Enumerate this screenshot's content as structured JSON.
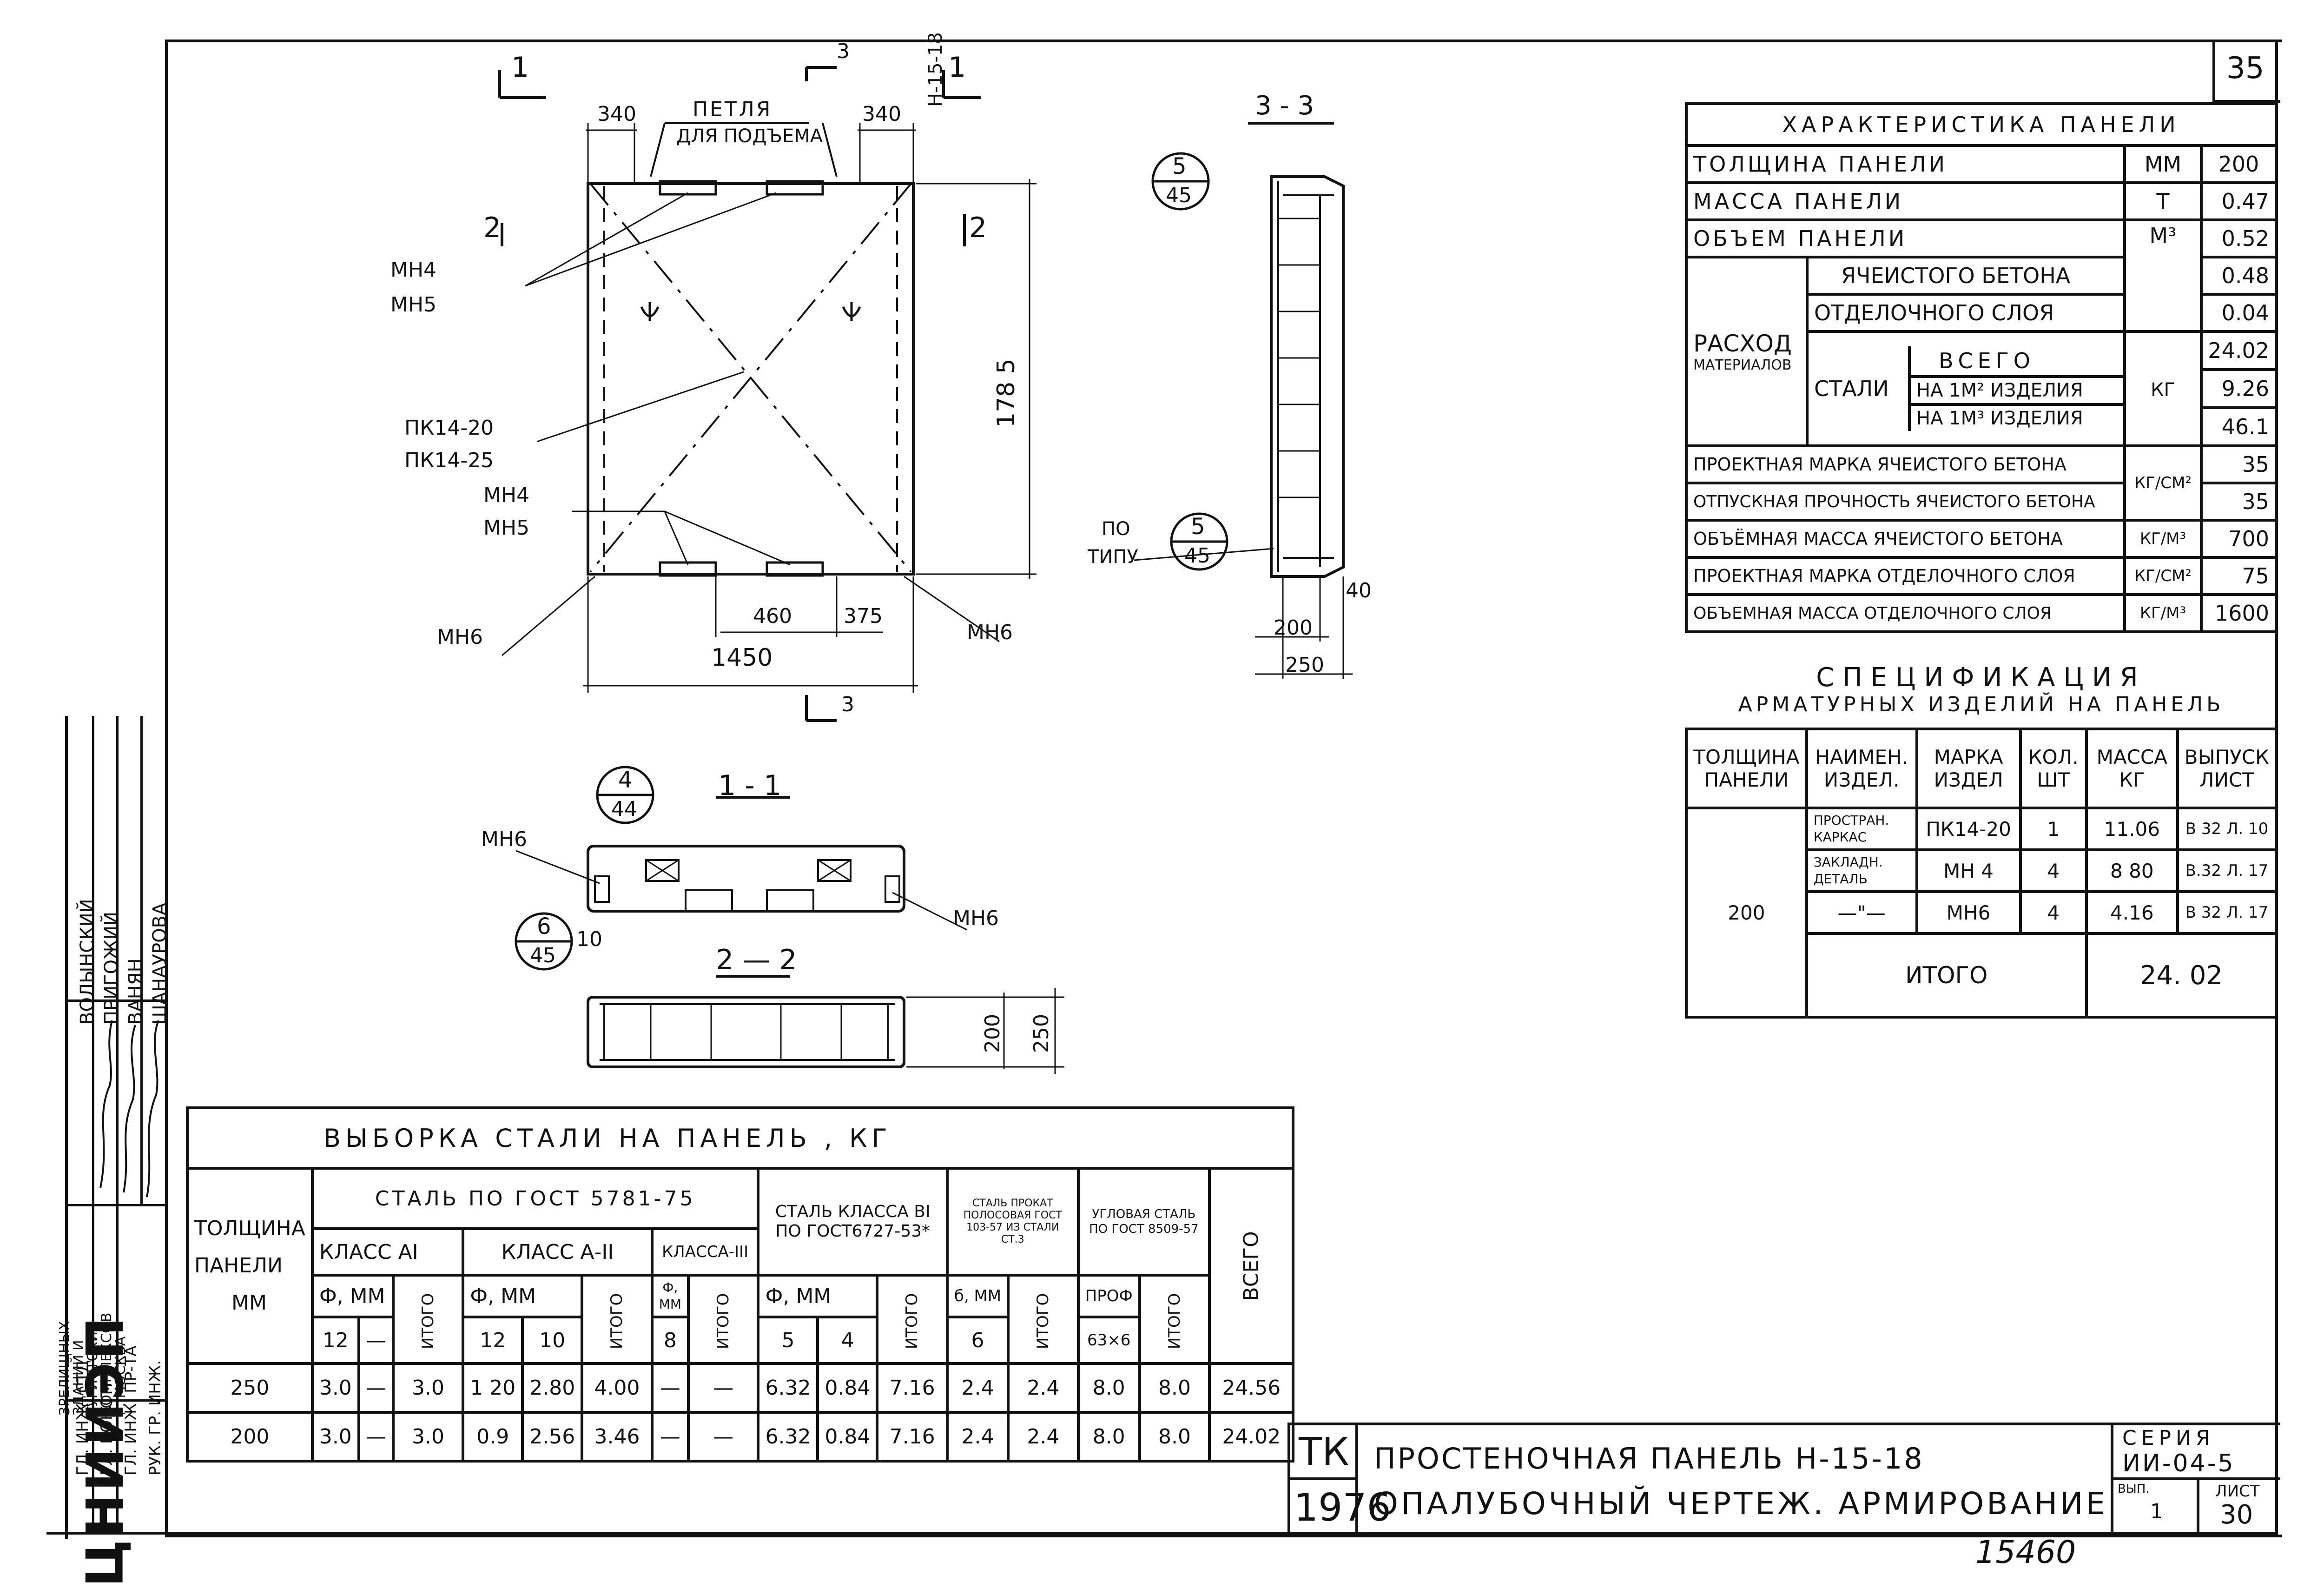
{
  "sheet_number": "35",
  "bottom_note": "15460",
  "stamp": {
    "org": "ЦНИИЭП",
    "org_full": [
      "ЗРЕЛИЩНЫХ",
      "ЗДАНИЙ И",
      "ТУРИСТСКИХ",
      "КОМПЛЕКСОВ",
      "Г. МОСКВА"
    ],
    "roles": [
      "ГЛ. ИНЖ. СТД",
      "ГЛ. КОНСТР",
      "ГЛ. ИНЖ. ПР-ТА",
      "РУК. ГР. ИНЖ."
    ],
    "names": [
      "ВОЛЫНСКИЙ",
      "ПРИГОЖИЙ",
      "ВАНЯН",
      "ШАНАУРОВА"
    ]
  },
  "drawing": {
    "labels": {
      "s1": "1",
      "s2": "2",
      "s3": "3",
      "s3b": "3",
      "d340a": "340",
      "loop1": "ПЕТЛЯ",
      "loop2": "ДЛЯ ПОДЪЕМА",
      "d340b": "340",
      "panel_mark": "Н-15-18",
      "h1785": "178 5",
      "mn4a": "МН4",
      "mn5a": "МН5",
      "pk1": "ПК14-20",
      "pk2": "ПК14-25",
      "mn4b": "МН4",
      "mn5b": "МН5",
      "mn6a": "МН6",
      "mn6b": "МН6",
      "d460": "460",
      "d375": "375",
      "d1450": "1450",
      "sec33": "3 - 3",
      "c1t": "5",
      "c1b": "45",
      "po": "ПО",
      "tipu": "ТИПУ",
      "c2t": "5",
      "c2b": "45",
      "d40": "40",
      "d200": "200",
      "d250": "250",
      "sec11": "1 - 1",
      "c3t": "4",
      "c3b": "44",
      "mn6c": "МН6",
      "mn6d": "МН6",
      "c4t": "6",
      "c4b": "45",
      "d10": "10",
      "sec22": "2 — 2",
      "d200b": "200",
      "d250b": "250"
    }
  },
  "characteristics": {
    "title": "ХАРАКТЕРИСТИКА ПАНЕЛИ",
    "thickness_label": "ТОЛЩИНА ПАНЕЛИ",
    "thickness_unit": "ММ",
    "thickness_value": "200",
    "mass_label": "МАССА ПАНЕЛИ",
    "mass_unit": "Т",
    "mass_value": "0.47",
    "volume_label": "ОБЪЕМ ПАНЕЛИ",
    "volume_value": "0.52",
    "consumption_label1": "РАСХОД",
    "consumption_label2": "МАТЕРИАЛОВ",
    "cell_concrete": "ЯЧЕИСТОГО БЕТОНА",
    "m3_unit": "М³",
    "cell_concrete_value": "0.48",
    "finish_layer": "ОТДЕЛОЧНОГО СЛОЯ",
    "finish_layer_value": "0.04",
    "steel_label": "СТАЛИ",
    "total_label": "ВСЕГО",
    "steel_total": "24.02",
    "per_m2": "НА 1М² ИЗДЕЛИЯ",
    "kg_unit": "КГ",
    "per_m2_value": "9.26",
    "per_m3": "НА 1М³ ИЗДЕЛИЯ",
    "per_m3_value": "46.1",
    "design_grade_label": "ПРОЕКТНАЯ МАРКА ЯЧЕИСТОГО БЕТОНА",
    "kgcm2_unit": "КГ/СМ²",
    "design_grade_value": "35",
    "release_strength_label": "ОТПУСКНАЯ ПРОЧНОСТЬ ЯЧЕИСТОГО БЕТОНА",
    "release_strength_value": "35",
    "density_label": "ОБЪЁМНАЯ МАССА ЯЧЕИСТОГО БЕТОНА",
    "kgm3_unit": "КГ/М³",
    "density_value": "700",
    "finish_grade_label": "ПРОЕКТНАЯ МАРКА ОТДЕЛОЧНОГО СЛОЯ",
    "finish_grade_value": "75",
    "finish_density_label": "ОБЪЕМНАЯ МАССА ОТДЕЛОЧНОГО СЛОЯ",
    "finish_density_value": "1600"
  },
  "specification": {
    "title1": "СПЕЦИФИКАЦИЯ",
    "title2": "АРМАТУРНЫХ ИЗДЕЛИЙ НА ПАНЕЛЬ",
    "headers": [
      "ТОЛЩИНА ПАНЕЛИ",
      "НАИМЕН. ИЗДЕЛ.",
      "МАРКА ИЗДЕЛ",
      "КОЛ. ШТ",
      "МАССА КГ",
      "ВЫПУСК ЛИСТ"
    ],
    "thickness": "200",
    "rows": [
      {
        "name": "ПРОСТРАН. КАРКАС",
        "mark": "ПК14-20",
        "qty": "1",
        "mass": "11.06",
        "issue": "В 32 Л. 10"
      },
      {
        "name": "ЗАКЛАДН. ДЕТАЛЬ",
        "mark": "МН 4",
        "qty": "4",
        "mass": "8 80",
        "issue": "В.32 Л. 17"
      },
      {
        "name": "—\"—",
        "mark": "МН6",
        "qty": "4",
        "mass": "4.16",
        "issue": "В 32 Л. 17"
      }
    ],
    "total_label": "ИТОГО",
    "total_value": "24. 02"
  },
  "steel_table": {
    "title": "ВЫБОРКА СТАЛИ НА ПАНЕЛЬ , КГ",
    "h_thickness": [
      "ТОЛЩИНА",
      "ПАНЕЛИ",
      "ММ"
    ],
    "h_gost5781": "СТАЛЬ ПО ГОСТ 5781-75",
    "h_class_a1": "КЛАСС АI",
    "h_class_a2": "КЛАСС А-II",
    "h_class_a3": "КЛАССА-III",
    "h_class_b1": "СТАЛЬ КЛАССА ВI ПО ГОСТ6727-53*",
    "h_strip": "СТАЛЬ ПРОКАТ ПОЛОСОВАЯ ГОСТ 103-57 ИЗ СТАЛИ СТ.3",
    "h_angle": "УГЛОВАЯ СТАЛЬ ПО ГОСТ 8509-57",
    "h_total_all": "ВСЕГО",
    "h_dia": "Ф, ММ",
    "h_total": "ИТОГО",
    "h_thick": "б, ММ",
    "h_prof": "ПРОФ",
    "sizes": [
      "12",
      "—",
      "12",
      "10",
      "8",
      "5",
      "4",
      "6",
      "63×6"
    ],
    "rows": [
      [
        "250",
        "3.0",
        "—",
        "3.0",
        "1 20",
        "2.80",
        "4.00",
        "—",
        "—",
        "6.32",
        "0.84",
        "7.16",
        "2.4",
        "2.4",
        "8.0",
        "8.0",
        "24.56"
      ],
      [
        "200",
        "3.0",
        "—",
        "3.0",
        "0.9",
        "2.56",
        "3.46",
        "—",
        "—",
        "6.32",
        "0.84",
        "7.16",
        "2.4",
        "2.4",
        "8.0",
        "8.0",
        "24.02"
      ]
    ]
  },
  "title_block": {
    "tk": "ТК",
    "year": "1976",
    "line1": "ПРОСТЕНОЧНАЯ ПАНЕЛЬ Н-15-18",
    "line2": "ОПАЛУБОЧНЫЙ ЧЕРТЕЖ. АРМИРОВАНИЕ",
    "series_label": "СЕРИЯ",
    "series_value": "ИИ-04-5",
    "issue_label": "ВЫП.",
    "issue_value": "1",
    "sheet_label": "ЛИСТ",
    "sheet_value": "30"
  }
}
